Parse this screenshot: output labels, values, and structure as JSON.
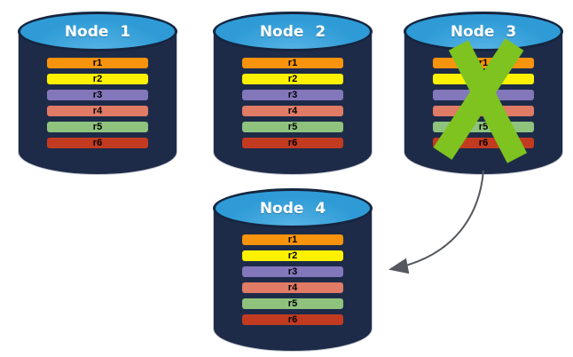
{
  "diagram": {
    "description": "Four database nodes each replicating rows r1-r6; Node 3 is failed (green X) and fails over to Node 4 (arrow).",
    "colors": {
      "background": "#FFFFFF",
      "body": "#1E2B48",
      "top": "#2E9BD6",
      "outline": "#15253F",
      "x-mark": "#7EC31F",
      "arrow": "#55595E",
      "row-text": "#000000",
      "title-text": "#FFFFFF"
    },
    "nodes": [
      {
        "title": "Node 1",
        "failed": false,
        "rows": [
          {
            "label": "r1",
            "color": "#F7930D"
          },
          {
            "label": "r2",
            "color": "#FDF100"
          },
          {
            "label": "r3",
            "color": "#8377BC"
          },
          {
            "label": "r4",
            "color": "#E07B66"
          },
          {
            "label": "r5",
            "color": "#8FC37D"
          },
          {
            "label": "r6",
            "color": "#C23B21"
          }
        ]
      },
      {
        "title": "Node 2",
        "failed": false,
        "rows": [
          {
            "label": "r1",
            "color": "#F7930D"
          },
          {
            "label": "r2",
            "color": "#FDF100"
          },
          {
            "label": "r3",
            "color": "#8377BC"
          },
          {
            "label": "r4",
            "color": "#E07B66"
          },
          {
            "label": "r5",
            "color": "#8FC37D"
          },
          {
            "label": "r6",
            "color": "#C23B21"
          }
        ]
      },
      {
        "title": "Node 3",
        "failed": true,
        "rows": [
          {
            "label": "r1",
            "color": "#F7930D"
          },
          {
            "label": "r2",
            "color": "#FDF100"
          },
          {
            "label": "r3",
            "color": "#8377BC"
          },
          {
            "label": "r4",
            "color": "#E07B66"
          },
          {
            "label": "r5",
            "color": "#8FC37D"
          },
          {
            "label": "r6",
            "color": "#C23B21"
          }
        ]
      },
      {
        "title": "Node 4",
        "failed": false,
        "rows": [
          {
            "label": "r1",
            "color": "#F7930D"
          },
          {
            "label": "r2",
            "color": "#FDF100"
          },
          {
            "label": "r3",
            "color": "#8377BC"
          },
          {
            "label": "r4",
            "color": "#E07B66"
          },
          {
            "label": "r5",
            "color": "#8FC37D"
          },
          {
            "label": "r6",
            "color": "#C23B21"
          }
        ]
      }
    ],
    "arrow": {
      "from": "Node 3",
      "to": "Node 4"
    }
  }
}
